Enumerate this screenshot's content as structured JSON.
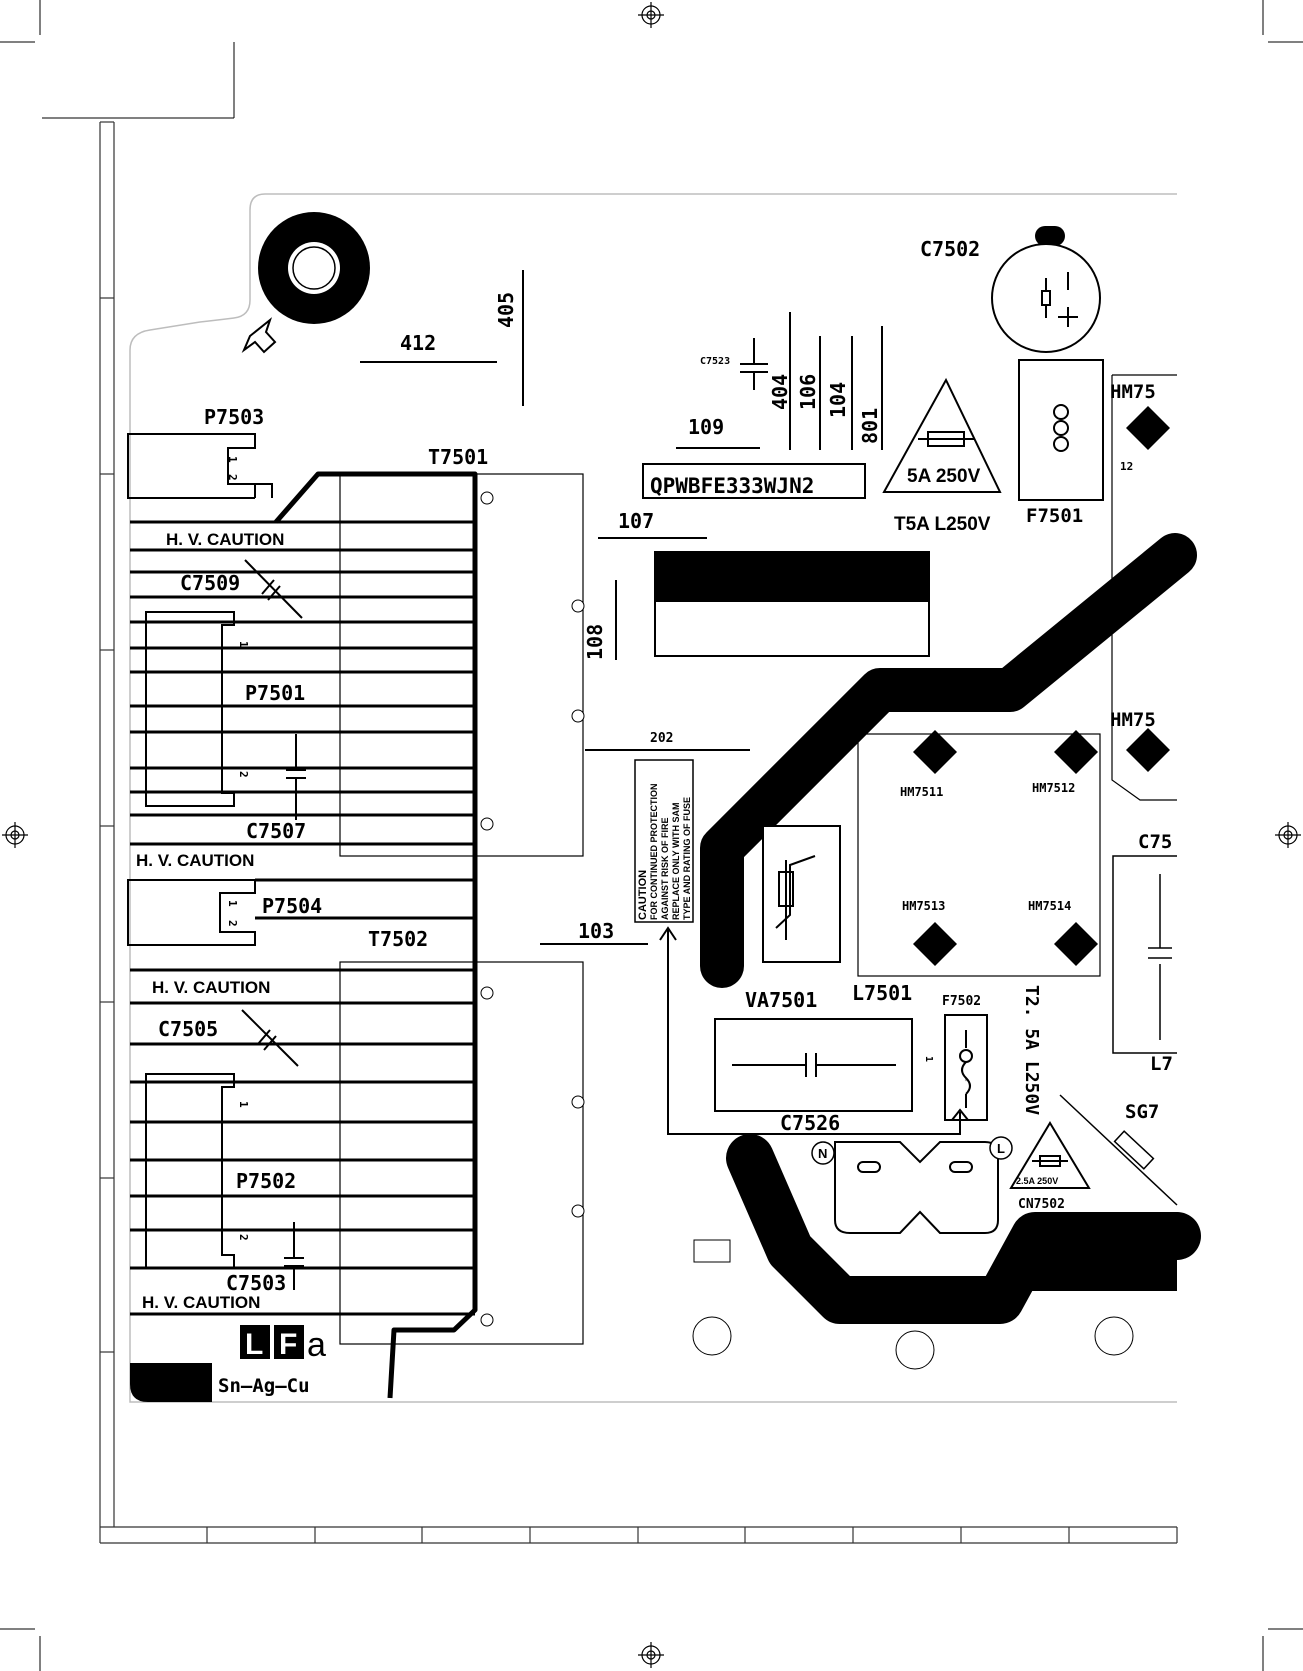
{
  "colors": {
    "ink": "#000000",
    "paper": "#ffffff",
    "board_edge": "#bdbdbd",
    "frame": "#333333"
  },
  "labels": {
    "c7502": "C7502",
    "n405": "405",
    "n412": "412",
    "c7523": "C7523",
    "n404": "404",
    "n106": "106",
    "n104": "104",
    "n801": "801",
    "n109": "109",
    "hm75_top": "HM75",
    "n12": "12",
    "p7503": "P7503",
    "t7501": "T7501",
    "part_no": "QPWBFE333WJN2",
    "fuse_rating": "5A 250V",
    "t5a": "T5A L250V",
    "f7501": "F7501",
    "n107": "107",
    "hv_caution": "H. V. CAUTION",
    "c7509": "C7509",
    "n108": "108",
    "p7501": "P7501",
    "hm75_mid": "HM75",
    "n202": "202",
    "hm7511": "HM7511",
    "hm7512": "HM7512",
    "c7507": "C7507",
    "c75_right": "C75",
    "p7504": "P7504",
    "caution_title": "CAUTION",
    "caution_l1": "FOR CONTINUED PROTECTION",
    "caution_l2": "AGAINST RISK OF FIRE",
    "caution_l3": "REPLACE ONLY WITH SAM",
    "caution_l4": "TYPE AND RATING OF FUSE",
    "hm7513": "HM7513",
    "hm7514": "HM7514",
    "t7502": "T7502",
    "n103": "103",
    "c7505": "C7505",
    "va7501": "VA7501",
    "l7501": "L7501",
    "f7502": "F7502",
    "t25a": "T2. 5A L250V",
    "l7_right": "L7",
    "c7526": "C7526",
    "sg7": "SG7",
    "n_mark": "N",
    "l_mark": "L",
    "small_fuse": "2.5A  250V",
    "cn7502": "CN7502",
    "p7502": "P7502",
    "c7503": "C7503",
    "lf_l": "L",
    "lf_f": "F",
    "lf_a": "a",
    "solder": "Sn—Ag—Cu",
    "pin1": "1",
    "pin2": "2"
  }
}
